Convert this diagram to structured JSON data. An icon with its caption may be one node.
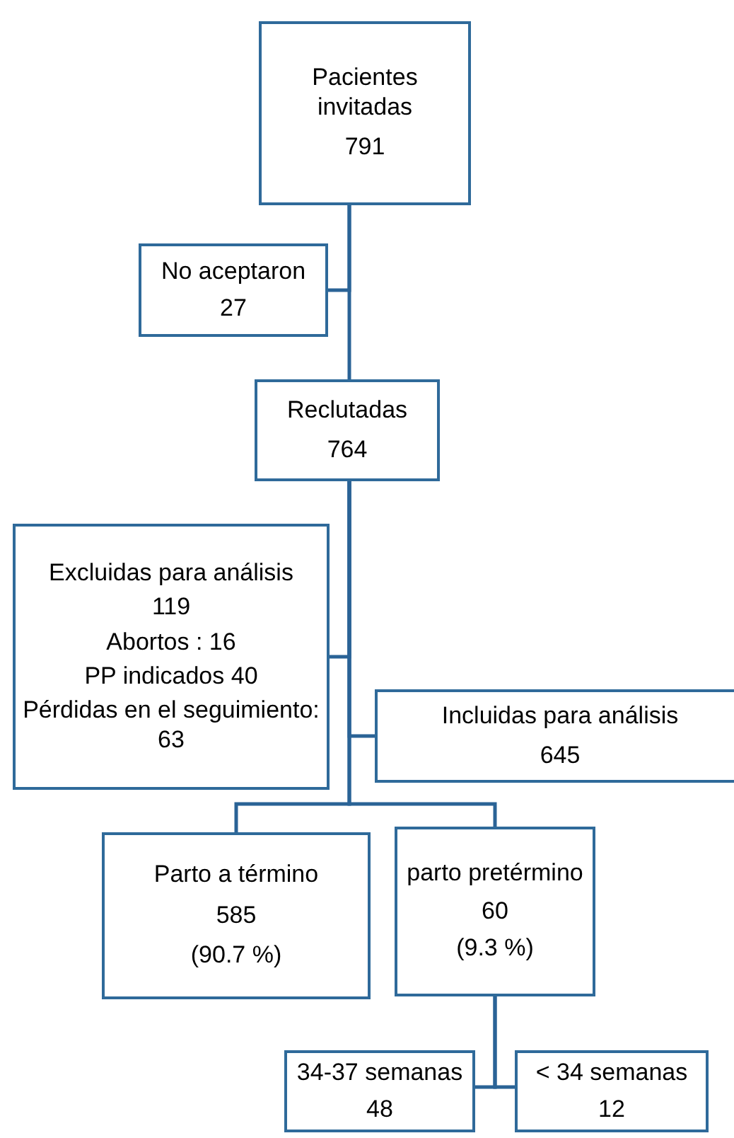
{
  "diagram": {
    "nodes": [
      {
        "text": [
          "Pacientes invitadas",
          "791"
        ]
      },
      {
        "text": [
          "No aceptaron",
          "27"
        ]
      },
      {
        "text": [
          "Reclutadas",
          "764"
        ]
      },
      {
        "text": [
          "Excluidas para análisis",
          "119",
          "Abortos : 16",
          "PP indicados 40",
          "Pérdidas en el seguimiento: 63"
        ]
      },
      {
        "text": [
          "Incluidas para análisis",
          "645"
        ]
      },
      {
        "text": [
          "Parto a término",
          "585",
          "(90.7 %)"
        ]
      },
      {
        "text": [
          "parto pretérmino",
          "60",
          "(9.3 %)"
        ]
      },
      {
        "text": [
          "34-37 semanas",
          "48"
        ]
      },
      {
        "text": [
          "< 34 semanas",
          "12"
        ]
      }
    ],
    "edges": [
      {
        "from": 0,
        "to": 1,
        "arrow": "none"
      },
      {
        "from": 0,
        "to": 2,
        "arrow": "none"
      },
      {
        "from": 2,
        "to": 3,
        "arrow": "none"
      },
      {
        "from": 2,
        "to": 4,
        "arrow": "none"
      },
      {
        "from": 2,
        "to": 5,
        "arrow": "none"
      },
      {
        "from": 2,
        "to": 6,
        "arrow": "none"
      },
      {
        "from": 6,
        "to": 7,
        "arrow": "none"
      },
      {
        "from": 6,
        "to": 8,
        "arrow": "none"
      }
    ]
  }
}
